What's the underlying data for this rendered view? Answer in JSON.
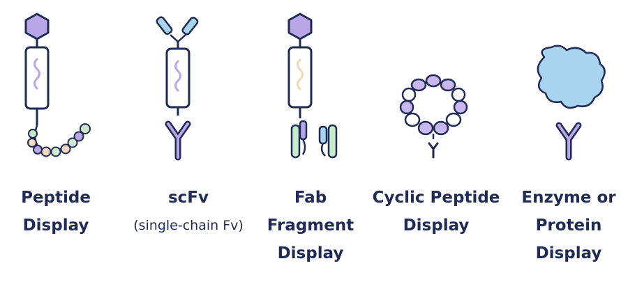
{
  "panels": [
    {
      "id": "peptide",
      "lines": [
        "Peptide",
        "Display"
      ]
    },
    {
      "id": "scfv",
      "lines": [
        "scFv"
      ],
      "sub": "(single-chain Fv)"
    },
    {
      "id": "fab",
      "lines": [
        "Fab",
        "Fragment",
        "Display"
      ]
    },
    {
      "id": "cyclic",
      "lines": [
        "Cyclic Peptide",
        "Display"
      ]
    },
    {
      "id": "enzyme",
      "lines": [
        "Enzyme or",
        "Protein",
        "Display"
      ]
    }
  ],
  "colors": {
    "outline": "#1f2a55",
    "purple": "#b9a6e6",
    "lavender": "#c9b8ef",
    "peach": "#f7d9bf",
    "mint": "#cfe9cf",
    "blue": "#a9d4ef",
    "tan": "#efd9b5",
    "green": "#c7ecc9"
  },
  "icons": {
    "phage": "phage-icon",
    "antibody": "y-antibody-icon",
    "protein": "protein-blob-icon"
  }
}
